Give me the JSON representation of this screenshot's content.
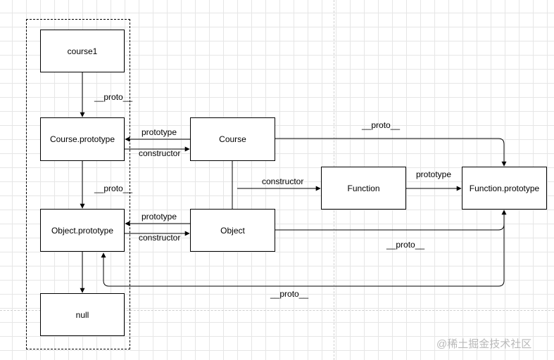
{
  "nodes": {
    "course1": "course1",
    "course_prototype": "Course.prototype",
    "object_prototype": "Object.prototype",
    "null": "null",
    "course": "Course",
    "object": "Object",
    "function": "Function",
    "function_prototype": "Function.prototype"
  },
  "edge_labels": {
    "course1_proto": "__proto__",
    "course_proto_to_object_proto": "__proto__",
    "course_prototype": "prototype",
    "course_constructor": "constructor",
    "object_prototype": "prototype",
    "object_constructor": "constructor",
    "course_to_function_constructor": "constructor",
    "function_prototype": "prototype",
    "course_proto_to_function_prototype": "__proto__",
    "object_proto_to_function_prototype": "__proto__",
    "function_prototype_proto": "__proto__"
  },
  "watermark": "@稀土掘金技术社区"
}
